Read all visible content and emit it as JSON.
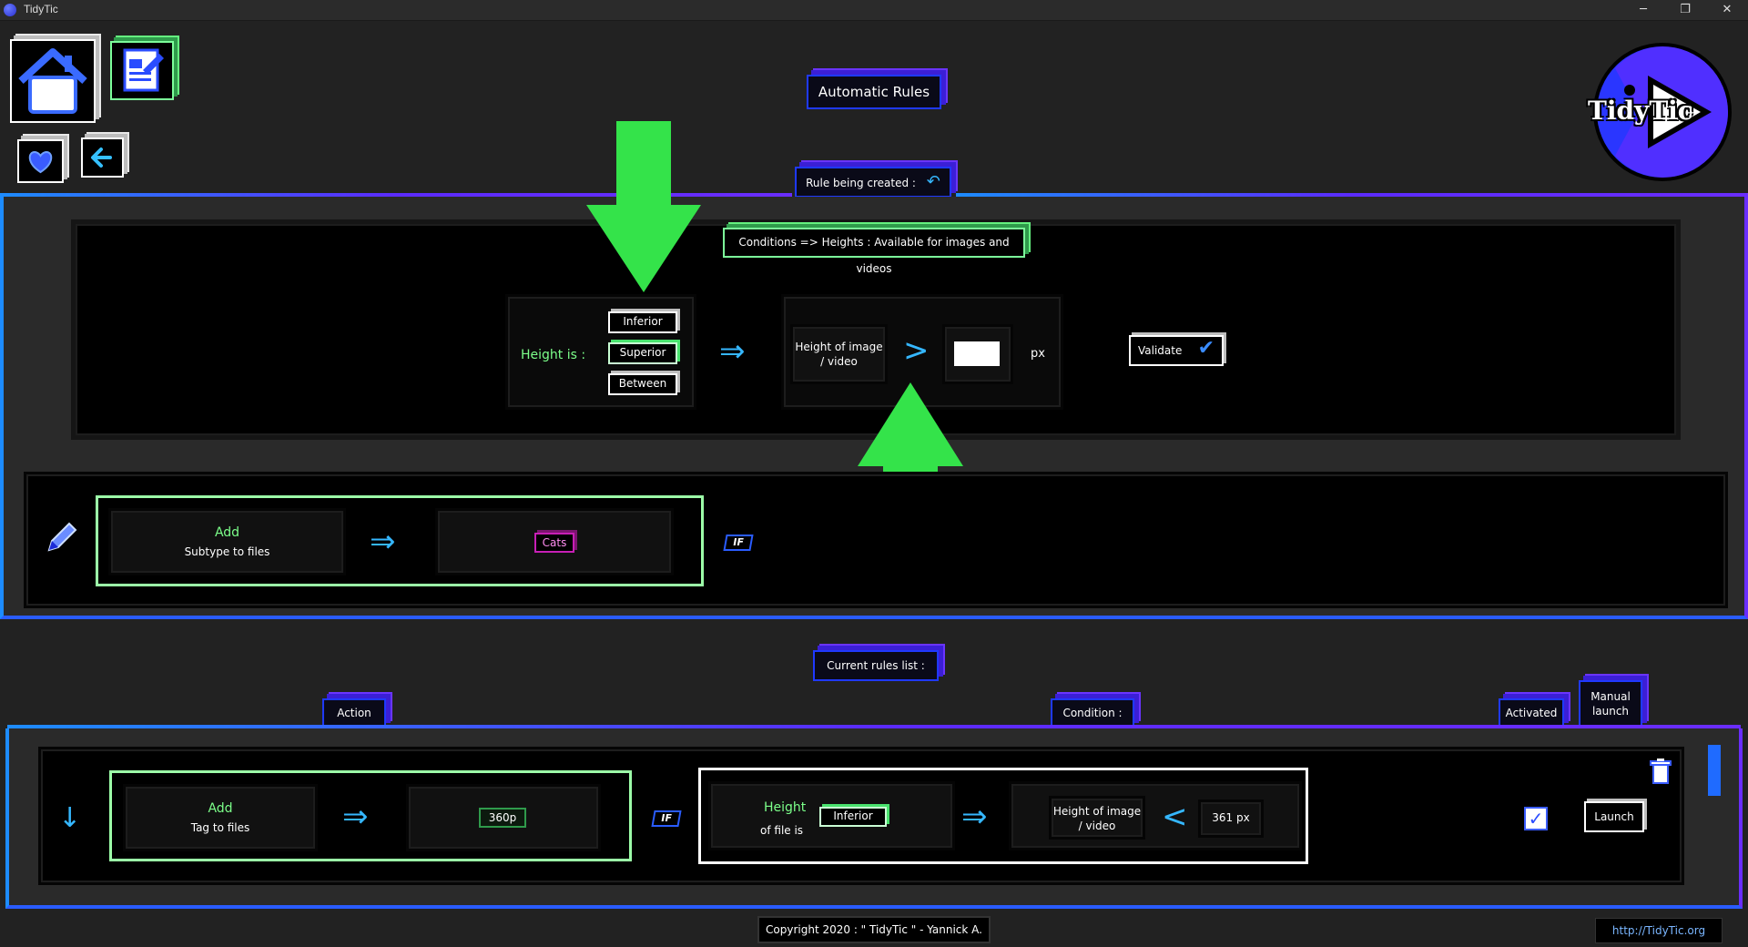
{
  "window": {
    "title": "TidyTic",
    "minimize": "─",
    "restore": "❐",
    "close": "✕"
  },
  "header": {
    "page_title": "Automatic Rules",
    "rule_being_created": "Rule being created :"
  },
  "logo": {
    "text": "TidyTic"
  },
  "condition_panel": {
    "title": "Conditions => Heights : Available for images and videos",
    "height_is_label": "Height is :",
    "options": [
      "Inferior",
      "Superior",
      "Between"
    ],
    "height_of_label": "Height of image / video",
    "comparator": ">",
    "value": "",
    "unit": "px",
    "validate_label": "Validate"
  },
  "action_panel": {
    "add_label": "Add",
    "subtype_label": "Subtype to files",
    "subtype_value": "Cats",
    "if_badge": "IF"
  },
  "rules_list": {
    "title": "Current rules list :",
    "col_action": "Action",
    "col_condition": "Condition :",
    "col_activated": "Activated",
    "col_manual": "Manual launch",
    "rows": [
      {
        "add_label": "Add",
        "target_label": "Tag to files",
        "tag_value": "360p",
        "if_badge": "IF",
        "height_label": "Height",
        "of_file_label": "of file is",
        "comparison": "Inferior",
        "height_of_label": "Height of image / video",
        "comparator": "<",
        "value": "361 px",
        "launch_label": "Launch"
      }
    ]
  },
  "footer": {
    "copyright": "Copyright 2020 : \" TidyTic \" - Yannick A.",
    "link": "http://TidyTic.org"
  },
  "colors": {
    "accent_blue": "#1f39ff",
    "accent_green": "#7cff8a",
    "highlight_green": "#34e34a",
    "purple": "#c71fb5"
  }
}
